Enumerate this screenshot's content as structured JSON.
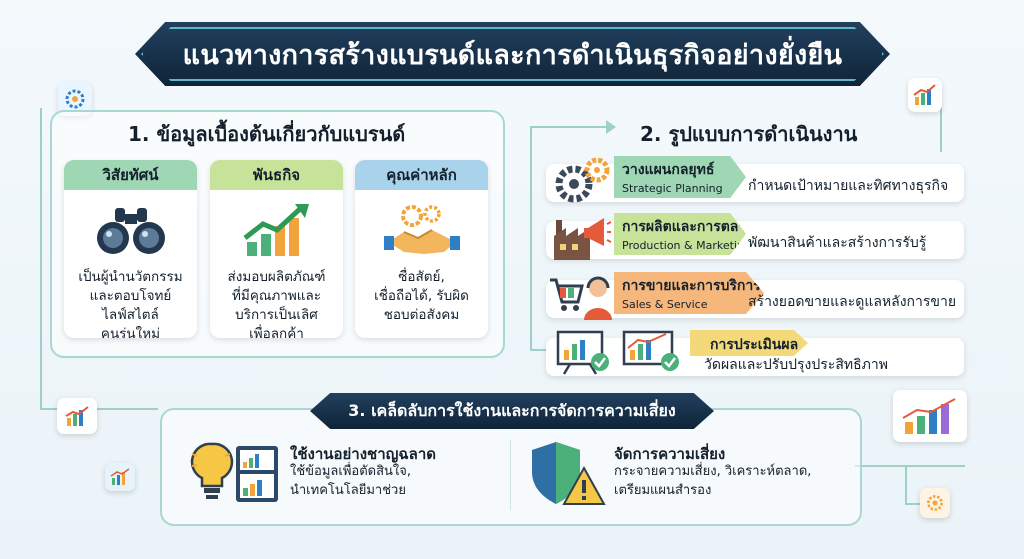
{
  "title": "แนวทางการสร้างแบรนด์และการดำเนินธุรกิจอย่างยั่งยืน",
  "colors": {
    "navy": "#14304b",
    "teal": "#5fb7c9",
    "green_head": "#9fd6b4",
    "lime_head": "#c7e39a",
    "blue_head": "#a9d3ea",
    "orange_tag": "#f6b77c",
    "yellow_tag": "#f3d979"
  },
  "section1": {
    "title": "1. ข้อมูลเบื้องต้นเกี่ยวกับแบรนด์",
    "cards": [
      {
        "heading": "วิสัยทัศน์",
        "icon": "binoculars-icon",
        "lines": [
          "เป็นผู้นำนวัตกรรม",
          "และตอบโจทย์",
          "ไลฟ์สไตล์",
          "คนรุ่นใหม่"
        ]
      },
      {
        "heading": "พันธกิจ",
        "icon": "growth-chart-icon",
        "lines": [
          "ส่งมอบผลิตภัณฑ์",
          "ที่มีคุณภาพและ",
          "บริการเป็นเลิศ",
          "เพื่อลูกค้า"
        ]
      },
      {
        "heading": "คุณค่าหลัก",
        "icon": "handshake-gears-icon",
        "lines": [
          "ซื่อสัตย์,",
          "เชื่อถือได้, รับผิด",
          "ชอบต่อสังคม"
        ]
      }
    ]
  },
  "section2": {
    "title": "2. รูปแบบการดำเนินงาน",
    "steps": [
      {
        "th": "วางแผนกลยุทธ์",
        "en": "Strategic Planning",
        "desc": "กำหนดเป้าหมายและทิศทางธุรกิจ",
        "icon": "gears-icon"
      },
      {
        "th": "การผลิตและการตลาด",
        "en": "Production & Marketing",
        "desc": "พัฒนาสินค้าและสร้างการรับรู้",
        "icon": "factory-megaphone-icon"
      },
      {
        "th": "การขายและการบริการ",
        "en": "Sales & Service",
        "desc": "สร้างยอดขายและดูแลหลังการขาย",
        "icon": "cart-headset-icon"
      },
      {
        "th": "การประเมินผล",
        "en": "",
        "desc": "วัดผลและปรับปรุงประสิทธิภาพ",
        "icon": "evaluation-board-icon"
      }
    ]
  },
  "section3": {
    "title": "3. เคล็ดลับการใช้งานและการจัดการความเสี่ยง",
    "tips": [
      {
        "title": "ใช้งานอย่างชาญฉลาด",
        "lines": [
          "ใช้ข้อมูลเพื่อตัดสินใจ,",
          "นำเทคโนโลยีมาช่วย"
        ],
        "icon": "lightbulb-dashboard-icon"
      },
      {
        "title": "จัดการความเสี่ยง",
        "lines": [
          "กระจายความเสี่ยง, วิเคราะห์ตลาด,",
          "เตรียมแผนสำรอง"
        ],
        "icon": "shield-warning-icon"
      }
    ]
  }
}
